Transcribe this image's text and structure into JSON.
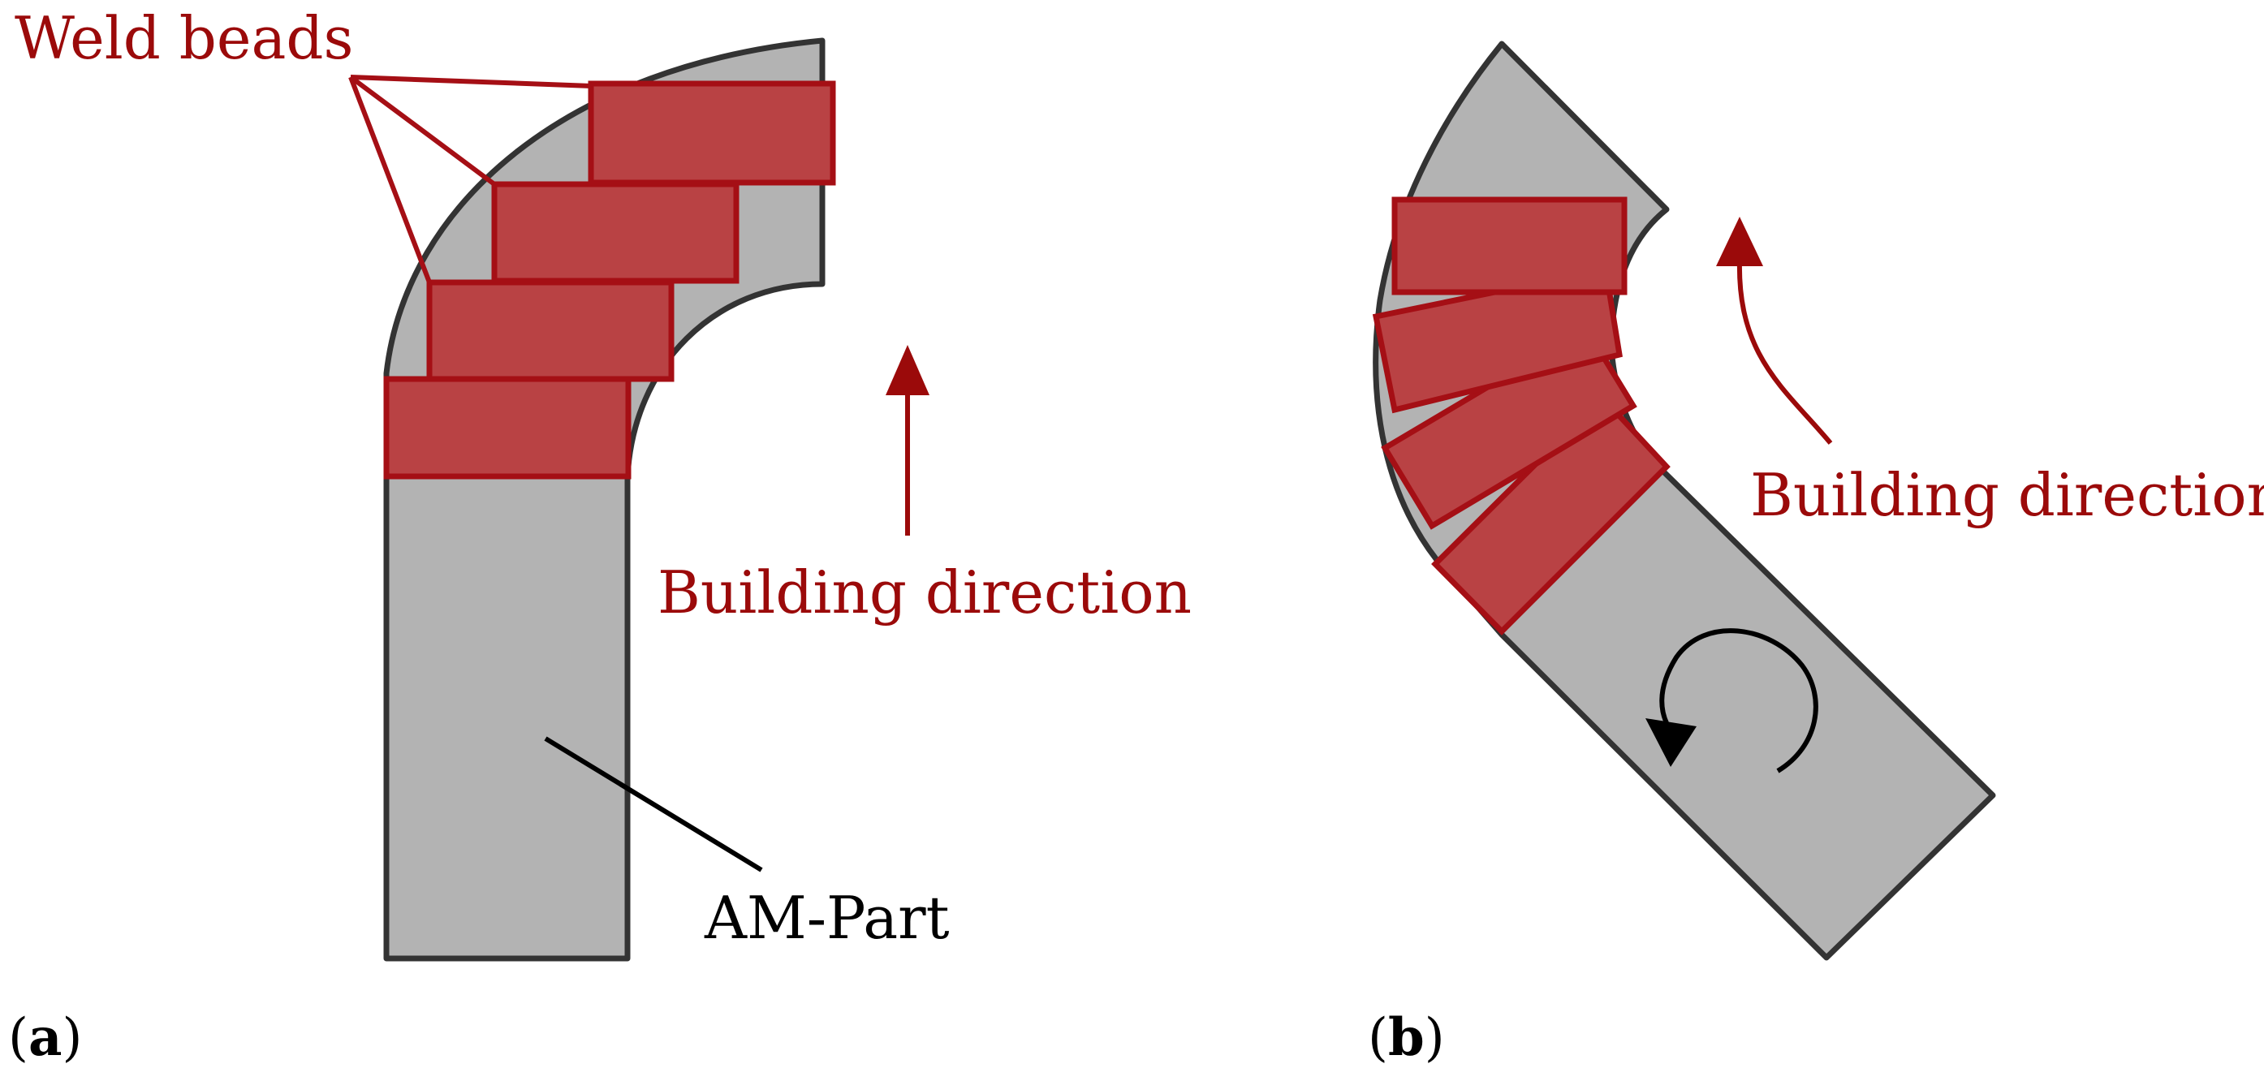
{
  "panels": {
    "a": {
      "tag_open": "(",
      "tag_letter": "a",
      "tag_close": ")",
      "weld_label": "Weld beads",
      "direction_label": "Building direction",
      "part_label": "AM-Part"
    },
    "b": {
      "tag_open": "(",
      "tag_letter": "b",
      "tag_close": ")",
      "direction_label": "Building direction"
    }
  },
  "colors": {
    "part_fill": "#b3b3b3",
    "part_outline": "#333333",
    "bead_fill": "#b94244",
    "bead_outline": "#a50f15",
    "annotation": "#9b0a0a"
  }
}
